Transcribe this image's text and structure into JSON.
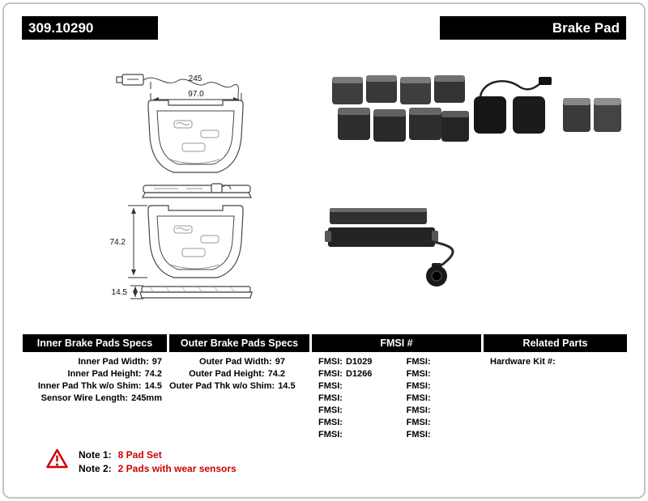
{
  "header": {
    "part_number": "309.10290",
    "product_type": "Brake Pad"
  },
  "diagram": {
    "dimensions": {
      "sensor_wire": "245",
      "pad_width": "97.0",
      "pad_height": "74.2",
      "pad_thickness": "14.5"
    }
  },
  "table": {
    "inner": {
      "header": "Inner Brake Pads Specs",
      "rows": [
        {
          "label": "Inner Pad Width:",
          "value": "97"
        },
        {
          "label": "Inner Pad Height:",
          "value": "74.2"
        },
        {
          "label": "Inner Pad Thk w/o Shim:",
          "value": "14.5"
        },
        {
          "label": "Sensor Wire Length:",
          "value": "245mm"
        }
      ]
    },
    "outer": {
      "header": "Outer Brake Pads Specs",
      "rows": [
        {
          "label": "Outer Pad Width:",
          "value": "97"
        },
        {
          "label": "Outer Pad Height:",
          "value": "74.2"
        },
        {
          "label": "Outer Pad Thk w/o Shim:",
          "value": "14.5"
        }
      ]
    },
    "fmsi": {
      "header": "FMSI #",
      "left": [
        {
          "label": "FMSI:",
          "value": "D1029"
        },
        {
          "label": "FMSI:",
          "value": "D1266"
        },
        {
          "label": "FMSI:",
          "value": ""
        },
        {
          "label": "FMSI:",
          "value": ""
        },
        {
          "label": "FMSI:",
          "value": ""
        },
        {
          "label": "FMSI:",
          "value": ""
        },
        {
          "label": "FMSI:",
          "value": ""
        }
      ],
      "right": [
        {
          "label": "FMSI:",
          "value": ""
        },
        {
          "label": "FMSI:",
          "value": ""
        },
        {
          "label": "FMSI:",
          "value": ""
        },
        {
          "label": "FMSI:",
          "value": ""
        },
        {
          "label": "FMSI:",
          "value": ""
        },
        {
          "label": "FMSI:",
          "value": ""
        },
        {
          "label": "FMSI:",
          "value": ""
        }
      ]
    },
    "related": {
      "header": "Related Parts",
      "rows": [
        {
          "label": "Hardware Kit #:",
          "value": ""
        }
      ]
    }
  },
  "notes": {
    "items": [
      {
        "label": "Note 1:",
        "text": "8 Pad Set"
      },
      {
        "label": "Note 2:",
        "text": "2 Pads with wear sensors"
      }
    ]
  },
  "colors": {
    "accent_red": "#cc0000",
    "header_bg": "#000000"
  }
}
